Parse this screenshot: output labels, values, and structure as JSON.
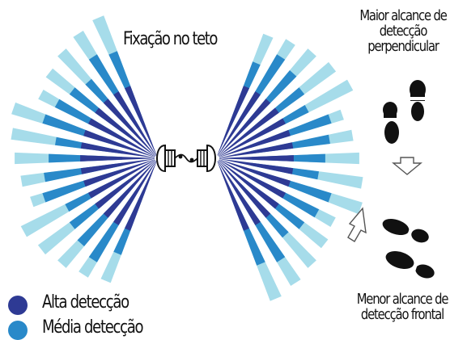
{
  "title": "Fixação no teto",
  "notes": {
    "top": [
      "Maior alcance de",
      "detecção",
      "perpendicular"
    ],
    "bottom": [
      "Menor alcance de",
      "detecção frontal"
    ]
  },
  "legend": [
    {
      "label": "Alta detecção",
      "color": "#2e3a94"
    },
    {
      "label": "Média detecção",
      "color": "#2989c9"
    }
  ],
  "zone_colors": {
    "high": "#2e3a94",
    "medium": "#2989c9",
    "low": "#a6dcea"
  }
}
